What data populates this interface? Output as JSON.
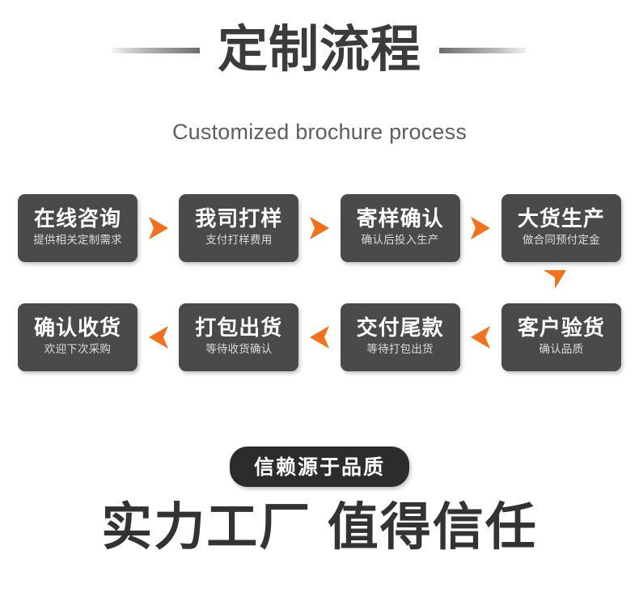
{
  "header": {
    "title": "定制流程",
    "subtitle": "Customized brochure process",
    "rule_left_icon": "gradient-rule-left",
    "rule_right_icon": "gradient-rule-right"
  },
  "flow": {
    "accent_color": "#F4701A",
    "box_color": "#4A4A4A",
    "row1": {
      "direction": "right",
      "arrow_icon": "arrow-right-icon",
      "steps": [
        {
          "title": "在线咨询",
          "sub": "提供相关定制需求"
        },
        {
          "title": "我司打样",
          "sub": "支付打样费用"
        },
        {
          "title": "寄样确认",
          "sub": "确认后投入生产"
        },
        {
          "title": "大货生产",
          "sub": "做合同预付定金"
        }
      ]
    },
    "connector": {
      "icon": "arrow-down-icon"
    },
    "row2": {
      "direction": "left",
      "arrow_icon": "arrow-left-icon",
      "steps": [
        {
          "title": "确认收货",
          "sub": "欢迎下次采购"
        },
        {
          "title": "打包出货",
          "sub": "等待收货确认"
        },
        {
          "title": "交付尾款",
          "sub": "等待打包出货"
        },
        {
          "title": "客户验货",
          "sub": "确认品质"
        }
      ]
    }
  },
  "footer": {
    "badge": "信赖源于品质",
    "tagline": "实力工厂 值得信任",
    "badge_color": "#2C2C2C"
  }
}
